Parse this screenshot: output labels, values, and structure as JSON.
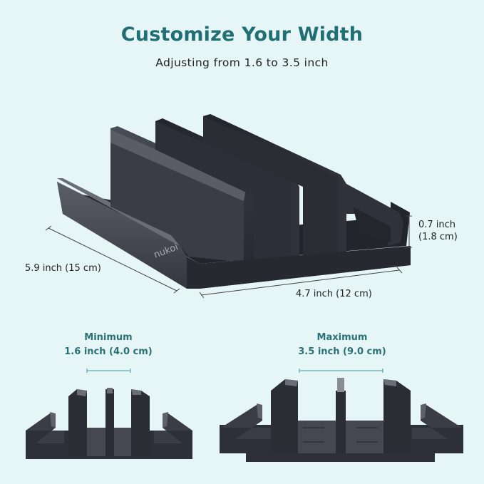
{
  "header": {
    "title": "Customize Your Width",
    "subtitle": "Adjusting from 1.6 to 3.5 inch"
  },
  "product": {
    "brand_logo": "nukoi",
    "color": "#2d3039"
  },
  "dimensions": {
    "height": {
      "line1": "0.7 inch",
      "line2": "(1.8 cm)"
    },
    "depth": "5.9 inch (15 cm)",
    "width": "4.7 inch (12 cm)"
  },
  "minimum": {
    "label": "Minimum",
    "value": "1.6 inch (4.0 cm)"
  },
  "maximum": {
    "label": "Maximum",
    "value": "3.5 inch (9.0 cm)"
  },
  "colors": {
    "accent": "#206f75",
    "background": "#e6f5f6",
    "measure_line": "#5fb0b3"
  }
}
